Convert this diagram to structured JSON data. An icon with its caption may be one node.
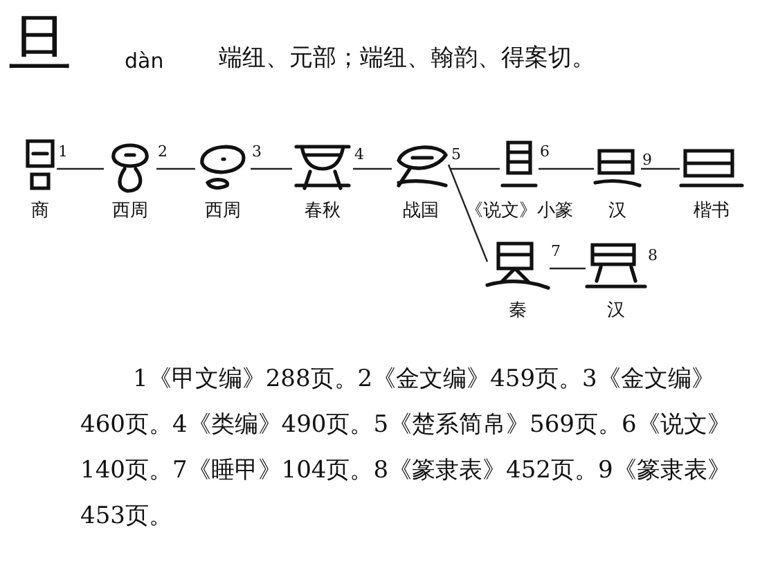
{
  "diagram": {
    "title": "旦",
    "nodes": [
      {
        "text": [],
        "shape": "picture",
        "beside": [
          "商",
          "1"
        ]
      },
      {
        "text": [],
        "shape": "picture",
        "beside": [
          "西周",
          "2"
        ]
      },
      {
        "text": [],
        "shape": "picture",
        "beside": [
          "西周",
          "3"
        ]
      },
      {
        "text": [],
        "shape": "picture",
        "beside": [
          "春秋",
          "4"
        ]
      },
      {
        "text": [],
        "shape": "picture",
        "beside": [
          "战国",
          "5"
        ]
      },
      {
        "text": [],
        "shape": "picture",
        "beside": [
          "《说文》小篆",
          "6"
        ]
      },
      {
        "text": [],
        "shape": "picture",
        "beside": [
          "汉",
          "9"
        ]
      },
      {
        "text": [],
        "shape": "picture",
        "beside": [
          "楷书"
        ]
      },
      {
        "text": [],
        "shape": "picture",
        "beside": [
          "秦",
          "7"
        ]
      },
      {
        "text": [],
        "shape": "picture",
        "beside": [
          "汉",
          "8"
        ]
      }
    ],
    "edges": [
      {
        "from": 0,
        "to": 1,
        "arrow": "none"
      },
      {
        "from": 1,
        "to": 2,
        "arrow": "none"
      },
      {
        "from": 2,
        "to": 3,
        "arrow": "none"
      },
      {
        "from": 3,
        "to": 4,
        "arrow": "none"
      },
      {
        "from": 4,
        "to": 5,
        "arrow": "none"
      },
      {
        "from": 4,
        "to": 8,
        "arrow": "none"
      },
      {
        "from": 5,
        "to": 6,
        "arrow": "none"
      },
      {
        "from": 6,
        "to": 7,
        "arrow": "none"
      },
      {
        "from": 8,
        "to": 9,
        "arrow": "none"
      }
    ],
    "labels": [
      "dàn",
      "端纽、元部；端纽、翰韵、得案切。",
      "1《甲文编》288页。2《金文编》459页。3《金文编》460页。4《类编》490页。5《楚系简帛》569页。6《说文》140页。7《睡甲》104页。8《篆隶表》452页。9《篆隶表》453页。"
    ]
  }
}
